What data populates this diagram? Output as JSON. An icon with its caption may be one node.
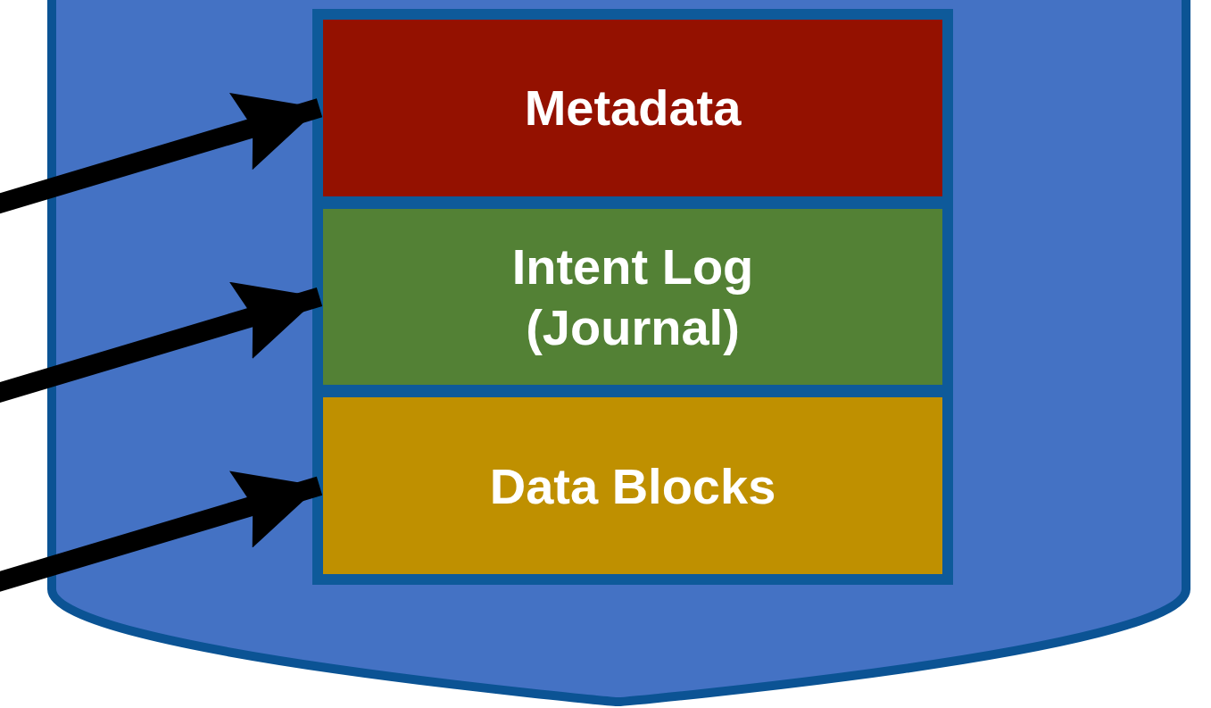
{
  "diagram": {
    "nodes": [
      {
        "text": [],
        "shape": "cylinder"
      },
      {
        "text": [],
        "shape": "box",
        "in": 0
      },
      {
        "text": [
          "Metadata"
        ],
        "in": 1
      },
      {
        "text": [
          "Intent Log (Journal)"
        ],
        "in": 1
      },
      {
        "text": [
          "Data Blocks"
        ],
        "in": 1
      }
    ],
    "edges": [
      {
        "from": null,
        "to": 2,
        "arrow": "to"
      },
      {
        "from": null,
        "to": 3,
        "arrow": "to"
      },
      {
        "from": null,
        "to": 4,
        "arrow": "to"
      }
    ]
  }
}
